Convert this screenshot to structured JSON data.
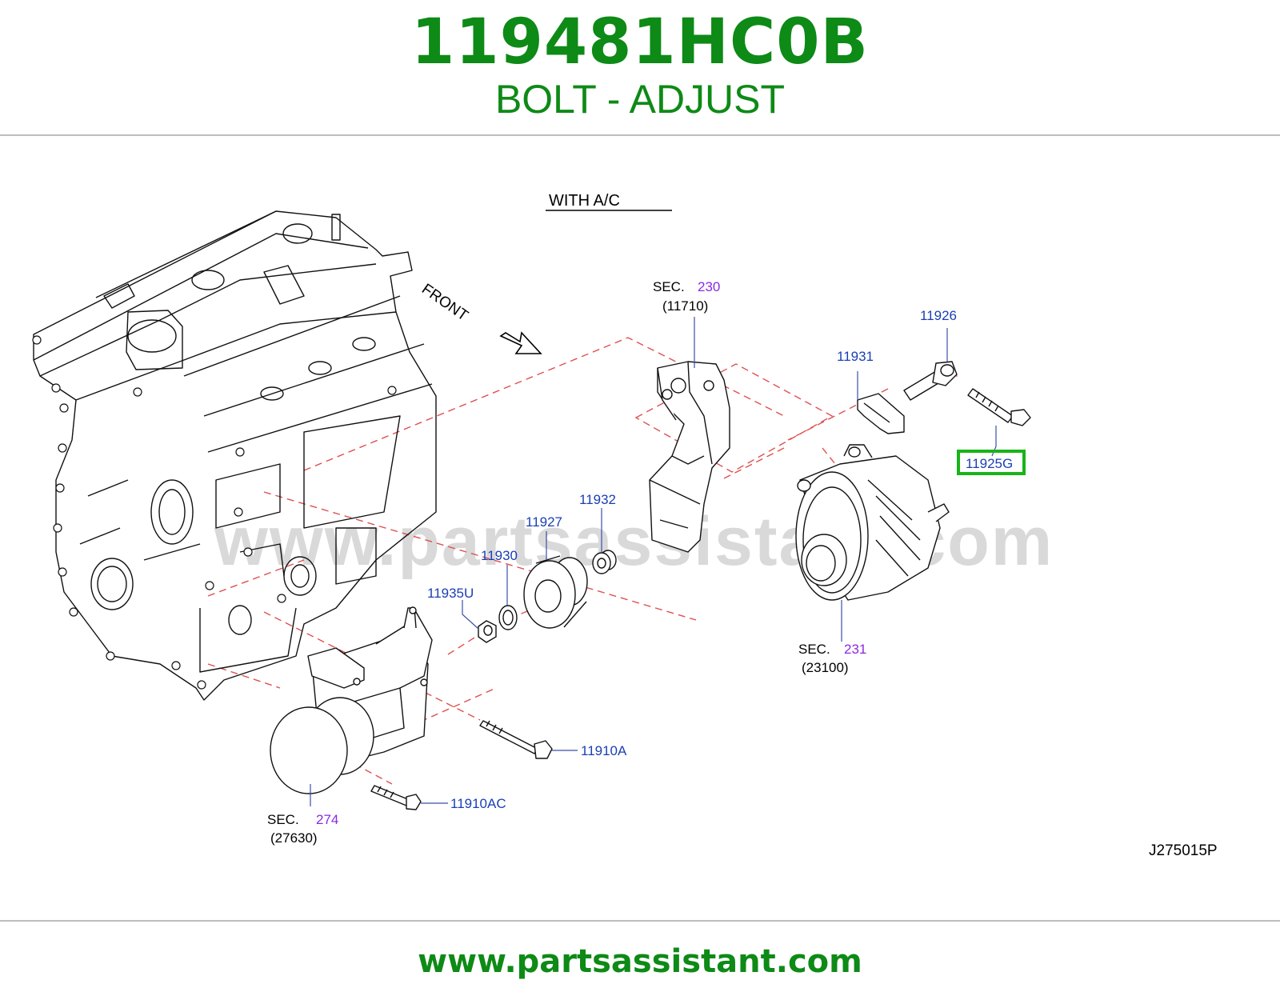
{
  "header": {
    "part_number": "119481HC0B",
    "description": "BOLT - ADJUST"
  },
  "diagram": {
    "title": "WITH A/C",
    "front_label": "FRONT",
    "watermark": "www.partsassistant.com",
    "drawing_code": "J275015P",
    "highlight_color": "#18b418",
    "parts": {
      "p11926": "11926",
      "p11931": "11931",
      "p11925G": "11925G",
      "p11932": "11932",
      "p11927": "11927",
      "p11930": "11930",
      "p11935U": "11935U",
      "p11910A": "11910A",
      "p11910AC": "11910AC"
    },
    "sections": {
      "s230": {
        "prefix": "SEC.",
        "number": "230",
        "code": "(11710)"
      },
      "s231": {
        "prefix": "SEC.",
        "number": "231",
        "code": "(23100)"
      },
      "s274": {
        "prefix": "SEC.",
        "number": "274",
        "code": "(27630)"
      }
    }
  },
  "footer": {
    "url": "www.partsassistant.com"
  }
}
